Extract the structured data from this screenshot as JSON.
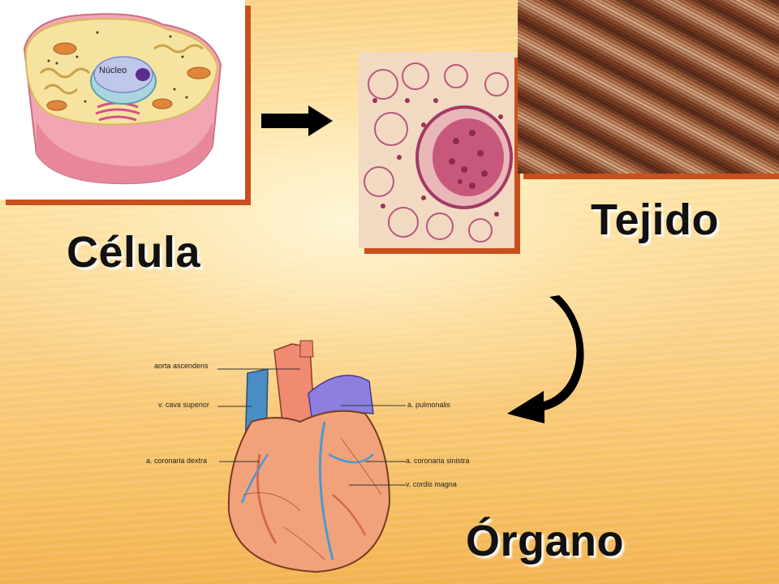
{
  "labels": {
    "cell": "Célula",
    "tissue": "Tejido",
    "organ": "Órgano"
  },
  "cell_image": {
    "nucleus_label": "Núcleo"
  },
  "heart_image": {
    "annotations": [
      "aorta ascendens",
      "v. cava superior",
      "a. coronaria dextra",
      "a. pulmonalis",
      "a. coronaria sinistra",
      "v. cordis magna"
    ]
  },
  "colors": {
    "frame_shadow": "#c8501e",
    "arrow": "#000000",
    "label_text": "#111111"
  }
}
